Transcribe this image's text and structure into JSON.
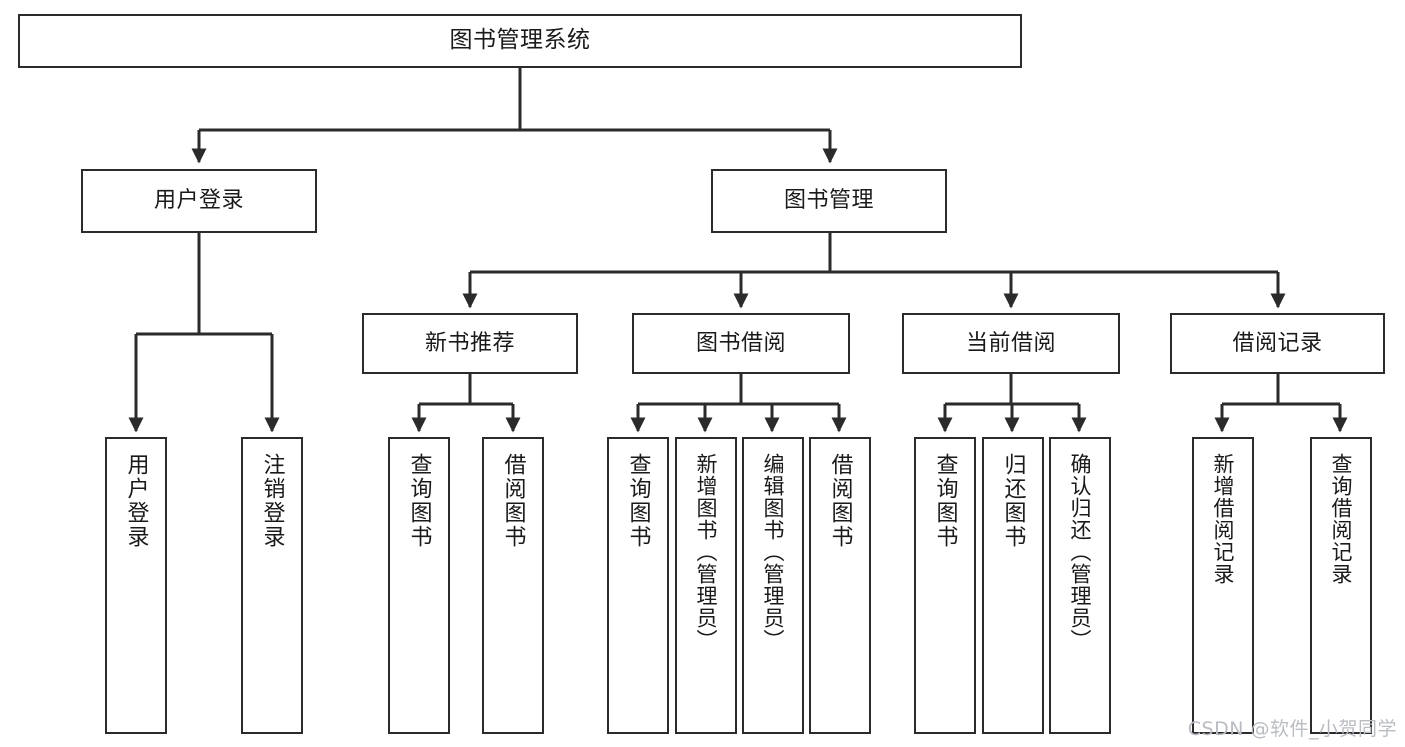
{
  "diagram": {
    "title": "图书管理系统",
    "type": "tree-hierarchy-diagram",
    "watermark": "CSDN @软件_小贺同学",
    "colors": {
      "stroke": "#2b2b2b",
      "fill": "#ffffff",
      "text": "#1a1a1a",
      "watermark": "#b9bcc2"
    }
  },
  "nodes": {
    "root": {
      "label": "图书管理系统"
    },
    "level2": [
      {
        "label": "用户登录"
      },
      {
        "label": "图书管理"
      }
    ],
    "level3": [
      {
        "label": "新书推荐"
      },
      {
        "label": "图书借阅"
      },
      {
        "label": "当前借阅"
      },
      {
        "label": "借阅记录"
      }
    ],
    "leaves": {
      "user_login": [
        {
          "label": "用户登录"
        },
        {
          "label": "注销登录"
        }
      ],
      "new_book_recommend": [
        {
          "label": "查询图书"
        },
        {
          "label": "借阅图书"
        }
      ],
      "book_borrow": [
        {
          "label": "查询图书"
        },
        {
          "label": "新增图书（管理员）"
        },
        {
          "label": "编辑图书（管理员）"
        },
        {
          "label": "借阅图书"
        }
      ],
      "current_borrow": [
        {
          "label": "查询图书"
        },
        {
          "label": "归还图书"
        },
        {
          "label": "确认归还（管理员）"
        }
      ],
      "borrow_record": [
        {
          "label": "新增借阅记录"
        },
        {
          "label": "查询借阅记录"
        }
      ]
    }
  }
}
